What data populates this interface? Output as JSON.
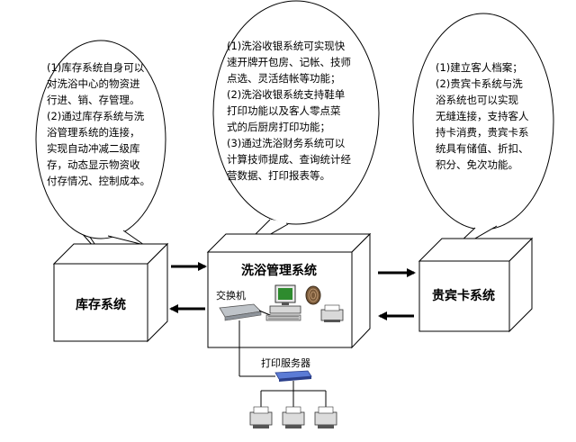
{
  "bubbles": {
    "left": {
      "lines": [
        "(1)库存系统自身可以",
        "对洗浴中心的物资进",
        "行进、销、存管理。",
        "(2)通过库存系统与洗",
        "浴管理系统的连接，",
        "实现自动冲减二级库",
        "存，动态显示物资收",
        "付存情况、控制成本。"
      ]
    },
    "center": {
      "lines": [
        "(1)洗浴收银系统可实现快",
        "速开牌开包房、记帐、技师",
        "点选、灵活结帐等功能；",
        "(2)洗浴收银系统支持鞋单",
        "打印功能以及客人零点菜",
        "式的后厨房打印功能；",
        "(3)通过洗浴财务系统可以",
        "计算技师提成、查询统计经",
        "营数据、打印报表等。"
      ]
    },
    "right": {
      "lines": [
        "(1)建立客人档案；",
        "(2)贵宾卡系统与洗",
        "浴系统也可以实现",
        "无缝连接，支持客人",
        "持卡消费，贵宾卡系",
        "统具有储值、折扣、",
        "积分、免次功能。"
      ]
    }
  },
  "boxes": {
    "inventory": "库存系统",
    "bath": "洗浴管理系统",
    "vip": "贵宾卡系统"
  },
  "labels": {
    "switch": "交换机",
    "print_server": "打印服务器"
  },
  "colors": {
    "line": "#000000",
    "box_fill": "#ffffff",
    "monitor_screen": "#2e8b2e"
  }
}
